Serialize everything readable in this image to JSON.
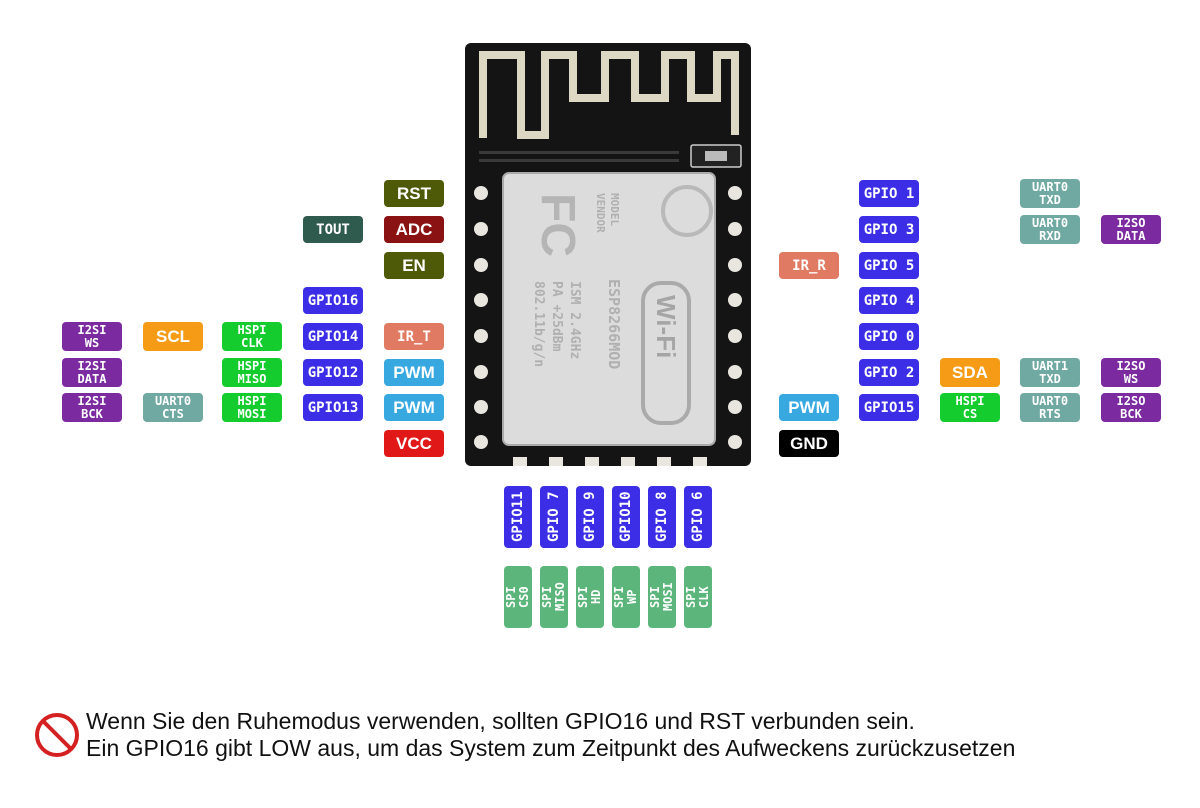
{
  "colors": {
    "gpio": "#3b2ee6",
    "ctrl_olive": "#4f5a08",
    "adc_red": "#8b1212",
    "tout": "#2f5a4e",
    "ir_pwm_salmon": "#e07a62",
    "pwm_blue": "#38a8e0",
    "vcc": "#e01818",
    "gnd": "#000000",
    "i2s": "#7b2aa0",
    "i2c": "#f59b16",
    "hspi": "#14cc2e",
    "uart": "#6fa9a2",
    "spi_flash": "#5cb57a"
  },
  "chip": {
    "logo": "FC",
    "vendor": "MODEL\nVENDOR",
    "part": "ESP8266MOD",
    "specs": "ISM 2.4GHz\nPA +25dBm\n802.11b/g/n",
    "wifi_mark": "Wi-Fi"
  },
  "left_pins": {
    "rst": "RST",
    "tout": "TOUT",
    "adc": "ADC",
    "en": "EN",
    "gpio16": "GPIO16",
    "gpio14": "GPIO14",
    "gpio12": "GPIO12",
    "gpio13": "GPIO13",
    "ir_t": "IR_T",
    "pwm_a": "PWM",
    "pwm_b": "PWM",
    "vcc": "VCC",
    "i2si_ws": "I2SI\nWS",
    "i2si_data": "I2SI\nDATA",
    "i2si_bck": "I2SI\nBCK",
    "scl": "SCL",
    "uart0_cts": "UART0\nCTS",
    "hspi_clk": "HSPI\nCLK",
    "hspi_miso": "HSPI\nMISO",
    "hspi_mosi": "HSPI\nMOSI"
  },
  "right_pins": {
    "gpio1": "GPIO 1",
    "gpio3": "GPIO 3",
    "gpio5": "GPIO 5",
    "gpio4": "GPIO 4",
    "gpio0": "GPIO 0",
    "gpio2": "GPIO 2",
    "gpio15": "GPIO15",
    "ir_r": "IR_R",
    "pwm": "PWM",
    "gnd": "GND",
    "sda": "SDA",
    "hspi_cs": "HSPI\nCS",
    "uart0_txd": "UART0\nTXD",
    "uart0_rxd": "UART0\nRXD",
    "uart1_txd": "UART1\nTXD",
    "uart0_rts": "UART0\nRTS",
    "i2so_data": "I2SO\nDATA",
    "i2so_ws": "I2SO\nWS",
    "i2so_bck": "I2SO\nBCK"
  },
  "bottom_pins": {
    "gpio11": "GPIO11",
    "gpio7": "GPIO 7",
    "gpio9": "GPIO 9",
    "gpio10": "GPIO10",
    "gpio8": "GPIO 8",
    "gpio6": "GPIO 6",
    "spi_cs0": "SPI\nCS0",
    "spi_miso": "SPI\nMISO",
    "spi_hd": "SPI\nHD",
    "spi_wp": "SPI\nWP",
    "spi_mosi": "SPI\nMOSI",
    "spi_clk": "SPI\nCLK"
  },
  "note": {
    "icon": "no-entry-icon",
    "line1": "Wenn Sie den Ruhemodus verwenden, sollten GPIO16 und RST verbunden sein.",
    "line2": "Ein GPIO16 gibt LOW aus, um das System zum Zeitpunkt des Aufweckens zurückzusetzen"
  }
}
